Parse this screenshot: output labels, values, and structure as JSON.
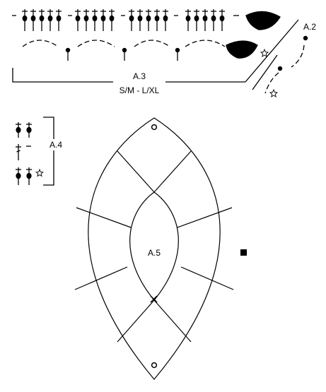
{
  "labels": {
    "a2": "A.2",
    "a3": "A.3",
    "size": "S/M - L/XL",
    "a4": "A.4",
    "a5": "A.5"
  },
  "colors": {
    "line": "#000000",
    "background": "#ffffff"
  },
  "symbols": {
    "tall_stitch": "treble-crochet-icon",
    "short_stitch": "double-crochet-icon",
    "star": "star-icon",
    "circle": "ring-icon",
    "square": "square-marker-icon",
    "cross": "cross-marker-icon",
    "leaf": "leaf-icon"
  }
}
